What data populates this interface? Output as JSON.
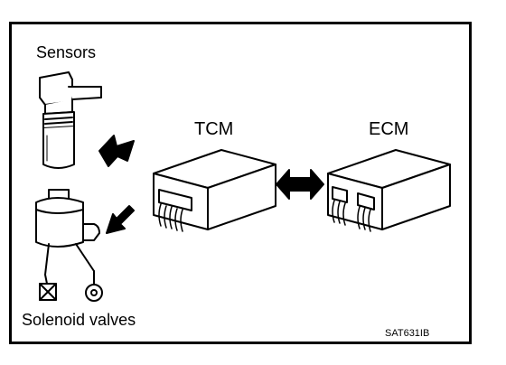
{
  "labels": {
    "sensors": "Sensors",
    "tcm": "TCM",
    "ecm": "ECM",
    "solenoid_valves": "Solenoid valves",
    "figure_code": "SAT631IB"
  },
  "colors": {
    "ink": "#000000",
    "paper": "#ffffff"
  }
}
